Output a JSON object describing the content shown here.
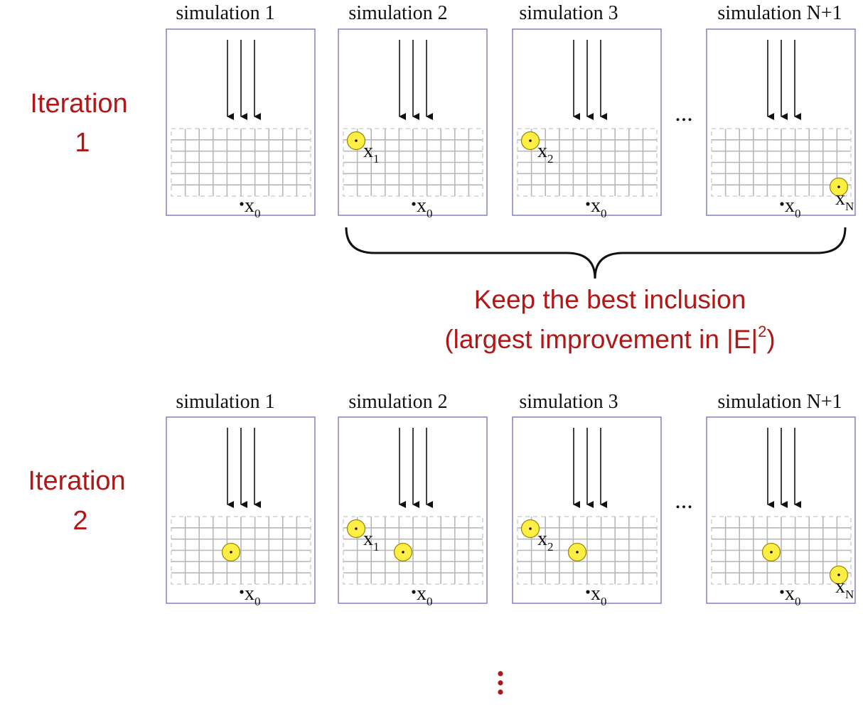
{
  "iterations": [
    {
      "label_line1": "Iteration",
      "label_line2": "1",
      "simulations": [
        {
          "title": "simulation 1",
          "x0_letter": "x",
          "x0_sub": "0",
          "inclusions": []
        },
        {
          "title": "simulation 2",
          "x0_letter": "x",
          "x0_sub": "0",
          "inclusions": [
            {
              "letter": "x",
              "sub": "1",
              "tag": "new",
              "pos": "top-left"
            }
          ]
        },
        {
          "title": "simulation 3",
          "x0_letter": "x",
          "x0_sub": "0",
          "inclusions": [
            {
              "letter": "x",
              "sub": "2",
              "tag": "new",
              "pos": "top-left"
            }
          ]
        },
        {
          "title": "simulation N+1",
          "x0_letter": "x",
          "x0_sub": "0",
          "inclusions": [
            {
              "letter": "x",
              "sub": "N",
              "tag": "new",
              "pos": "bottom-right"
            }
          ]
        }
      ],
      "ellipsis": "..."
    },
    {
      "label_line1": "Iteration",
      "label_line2": "2",
      "simulations": [
        {
          "title": "simulation 1",
          "x0_letter": "x",
          "x0_sub": "0",
          "inclusions": [
            {
              "letter": "",
              "sub": "",
              "tag": "kept",
              "pos": "center"
            }
          ]
        },
        {
          "title": "simulation 2",
          "x0_letter": "x",
          "x0_sub": "0",
          "inclusions": [
            {
              "letter": "x",
              "sub": "1",
              "tag": "new",
              "pos": "top-left"
            },
            {
              "letter": "",
              "sub": "",
              "tag": "kept",
              "pos": "center"
            }
          ]
        },
        {
          "title": "simulation 3",
          "x0_letter": "x",
          "x0_sub": "0",
          "inclusions": [
            {
              "letter": "x",
              "sub": "2",
              "tag": "new",
              "pos": "top-left"
            },
            {
              "letter": "",
              "sub": "",
              "tag": "kept",
              "pos": "center"
            }
          ]
        },
        {
          "title": "simulation N+1",
          "x0_letter": "x",
          "x0_sub": "0",
          "inclusions": [
            {
              "letter": "",
              "sub": "",
              "tag": "kept",
              "pos": "center"
            },
            {
              "letter": "x",
              "sub": "N",
              "tag": "new",
              "pos": "bottom-right"
            }
          ]
        }
      ],
      "ellipsis": "..."
    }
  ],
  "keep_text_line1": "Keep the best inclusion",
  "keep_text_line2_main": "(largest improvement in |E|",
  "keep_text_line2_sup": "2",
  "keep_text_line2_end": ")",
  "continuation": "⋮",
  "colors": {
    "red_text": "#b01818",
    "inclusion": "#ffee44",
    "box_border": "#6f6fb6",
    "grid": "#b8b8b8"
  }
}
